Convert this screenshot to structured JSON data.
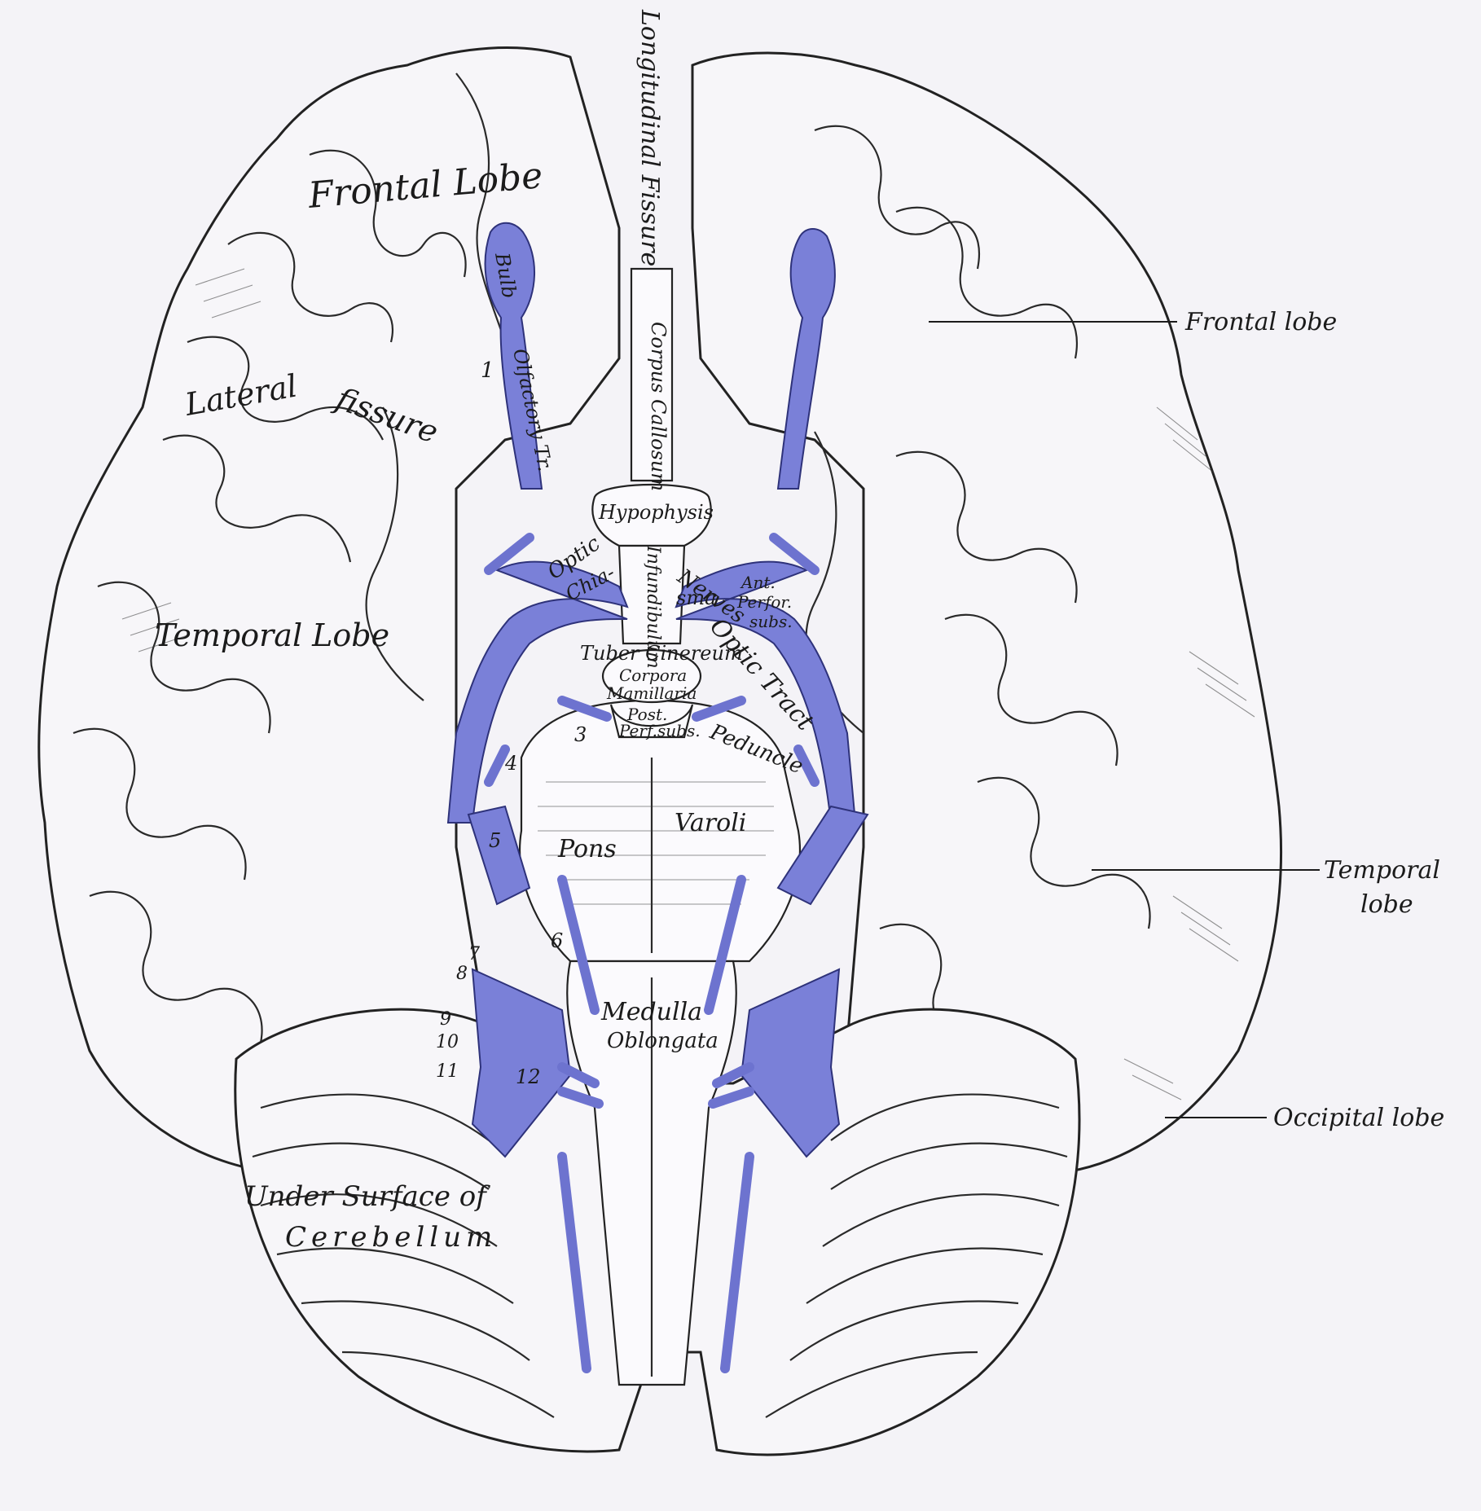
{
  "colors": {
    "background": "#f4f3f7",
    "ink": "#1b1b1b",
    "nerve_blue": "#7a80d8",
    "nerve_outline": "#2e327a"
  },
  "labels": {
    "longitudinal_fissure": "Longitudinal Fissure",
    "frontal_lobe_inner": "Frontal Lobe",
    "lateral": "Lateral",
    "fissure": "fissure",
    "temporal_lobe_inner": "Temporal Lobe",
    "under_surface": "Under Surface of",
    "cerebellum": "Cerebellum",
    "bulb": "Bulb",
    "olfactory_tract": "Olfactory Tr.",
    "corpus_callosum": "Corpus Callosum",
    "hypophysis": "Hypophysis",
    "infundibulum": "Infundibulum",
    "optic": "Optic",
    "chia": "Chia-",
    "sma": "sma",
    "nerves": "Nerves",
    "ant": "Ant.",
    "perfor": "Perfor.",
    "subs": "subs.",
    "optic_tract": "Optic Tract",
    "tuber_cinereum": "Tuber Cinereum",
    "corpora": "Corpora",
    "mamillaria": "Mamillaria",
    "post": "Post.",
    "perf_subs": "Perf.subs.",
    "peduncle": "Peduncle",
    "pons": "Pons",
    "varoli": "Varoli",
    "medulla": "Medulla",
    "oblongata": "Oblongata",
    "frontal_lobe_right": "Frontal lobe",
    "temporal_right": "Temporal",
    "lobe_right": "lobe",
    "occipital_lobe": "Occipital lobe"
  },
  "nerve_numbers": {
    "n1": "1",
    "n3": "3",
    "n4": "4",
    "n5": "5",
    "n6": "6",
    "n7": "7",
    "n8": "8",
    "n9": "9",
    "n10": "10",
    "n11": "11",
    "n12": "12"
  }
}
